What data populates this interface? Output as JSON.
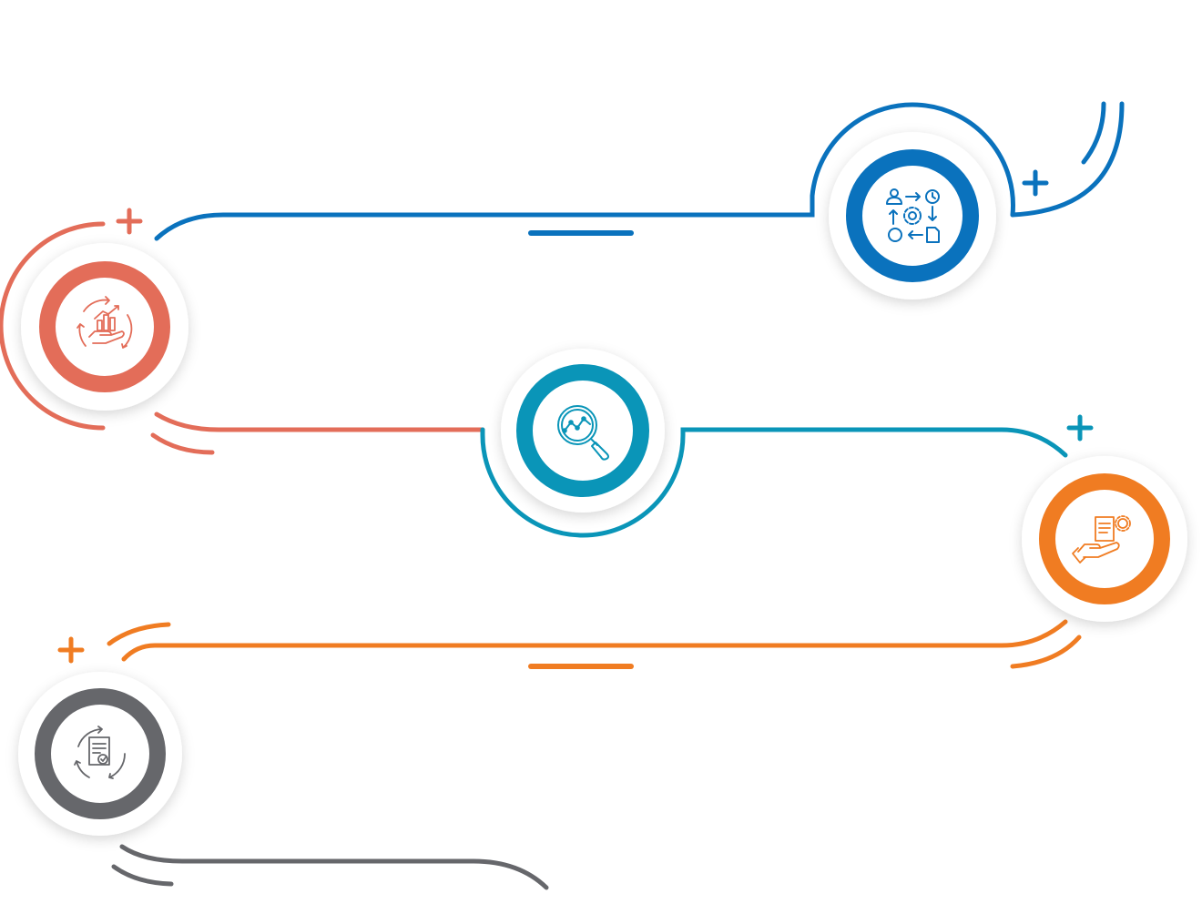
{
  "diagram": {
    "type": "process-timeline",
    "stages": [
      {
        "id": "stage-1",
        "icon": "workflow-process-icon",
        "color": "#0a72bd"
      },
      {
        "id": "stage-2",
        "icon": "growth-hand-chart-icon",
        "color": "#e36d59"
      },
      {
        "id": "stage-3",
        "icon": "data-analysis-magnifier-icon",
        "color": "#0a95b8"
      },
      {
        "id": "stage-4",
        "icon": "document-service-hand-icon",
        "color": "#f07c22"
      },
      {
        "id": "stage-5",
        "icon": "document-review-cycle-icon",
        "color": "#66676b"
      }
    ],
    "colors": {
      "background": "#ffffff",
      "badge_fill": "#ffffff",
      "badge_shadow": "#d5d5d5"
    }
  }
}
